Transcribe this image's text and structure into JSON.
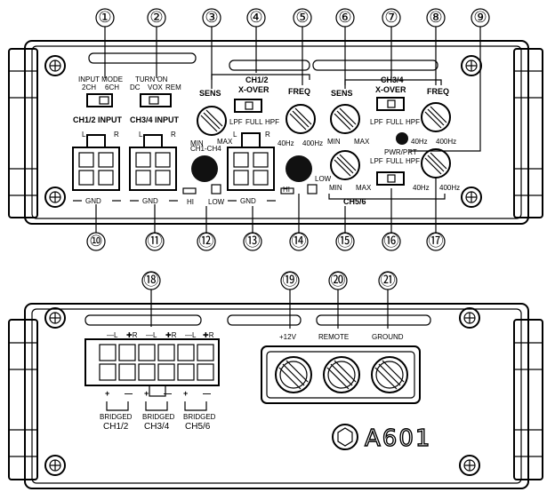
{
  "callouts": [
    "①",
    "②",
    "③",
    "④",
    "⑤",
    "⑥",
    "⑦",
    "⑧",
    "⑨",
    "⑩",
    "⑪",
    "⑫",
    "⑬",
    "⑭",
    "⑮",
    "⑯",
    "⑰",
    "⑱",
    "⑲",
    "⑳",
    "㉑"
  ],
  "top": {
    "input_mode": "INPUT MODE",
    "mode_2ch": "2CH",
    "mode_6ch": "6CH",
    "turn_on": "TURN ON",
    "dc": "DC",
    "vox": "VOX",
    "rem": "REM",
    "ch12_input": "CH1/2 INPUT",
    "ch34_input": "CH3/4 INPUT",
    "l": "L",
    "r": "R",
    "gnd": "GND",
    "ch12_header": "CH1/2",
    "ch34_header": "CH3/4",
    "sens": "SENS",
    "xover": "X-OVER",
    "freq": "FREQ",
    "lpf": "LPF",
    "full": "FULL",
    "hpf": "HPF",
    "min": "MIN",
    "max": "MAX",
    "hz40": "40Hz",
    "hz400": "400Hz",
    "ch1_ch4": "CH1-CH4",
    "hi": "HI",
    "low": "LOW",
    "pwr_prt": "PWR/PRT",
    "ch56": "CH5/6"
  },
  "bottom": {
    "plus12v": "+12V",
    "remote": "REMOTE",
    "ground": "GROUND",
    "pin_minus_l": "—L",
    "pin_plus_r": "✚R",
    "plus": "+",
    "minus": "—",
    "bridged": "BRIDGED",
    "ch12": "CH1/2",
    "ch34": "CH3/4",
    "ch56": "CH5/6",
    "logo": "A601"
  }
}
